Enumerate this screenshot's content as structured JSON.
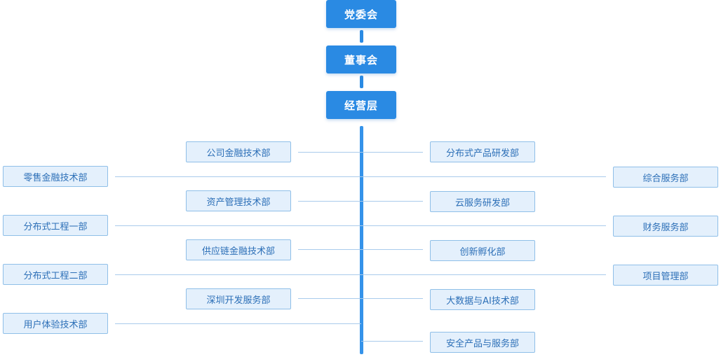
{
  "hierarchy": {
    "party_committee": "党委会",
    "board": "董事会",
    "management": "经营层"
  },
  "departments": {
    "inner_left": [
      "公司金融技术部",
      "资产管理技术部",
      "供应链金融技术部",
      "深圳开发服务部"
    ],
    "outer_left": [
      "零售金融技术部",
      "分布式工程一部",
      "分布式工程二部",
      "用户体验技术部"
    ],
    "inner_right": [
      "分布式产品研发部",
      "云服务研发部",
      "创新孵化部",
      "大数据与AI技术部",
      "安全产品与服务部"
    ],
    "outer_right": [
      "综合服务部",
      "财务服务部",
      "项目管理部"
    ]
  },
  "colors": {
    "primary": "#2a8ae3",
    "dept_fill": "#e4f0fc",
    "dept_border": "#8fbfe8",
    "dept_text": "#2c6fb7",
    "line": "#a9cbec"
  }
}
